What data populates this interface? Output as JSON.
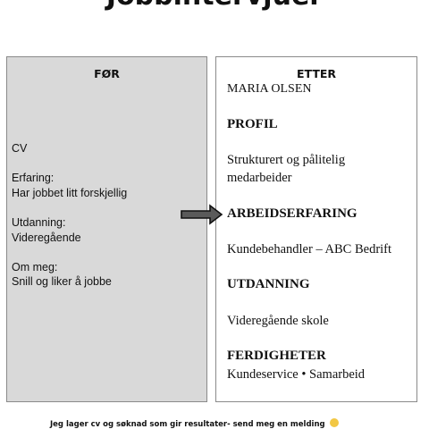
{
  "title": "Jobbintervjuer",
  "before": {
    "heading": "FØR",
    "cv": "CV",
    "experience_label": "Erfaring:",
    "experience_text": "Har jobbet litt forskjellig",
    "education_label": "Utdanning:",
    "education_text": "Videregående",
    "about_label": "Om meg:",
    "about_text": "Snill og liker å jobbe"
  },
  "after": {
    "heading": "ETTER",
    "name": "MARIA OLSEN",
    "profile_heading": "PROFIL",
    "profile_line1": "Strukturert og pålitelig",
    "profile_line2": "medarbeider",
    "experience_heading": "ARBEIDSERFARING",
    "experience_text": "Kundebehandler – ABC Bedrift",
    "education_heading": "UTDANNING",
    "education_text": "Videregående skole",
    "skills_heading": "FERDIGHETER",
    "skills_text": "Kundeservice • Samarbeid"
  },
  "footer": {
    "text": "Jeg lager cv og søknad som gir resultater- send meg en melding",
    "emoji_icon": "smiley-face-icon"
  },
  "colors": {
    "before_bg": "#d9d9d9",
    "after_bg": "#ffffff",
    "border": "#8a8a8a"
  }
}
